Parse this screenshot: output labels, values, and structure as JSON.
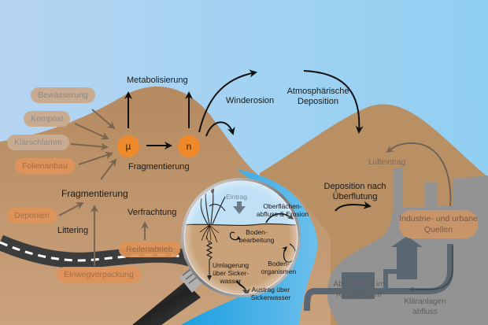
{
  "title": "Mikroplastik im Boden – Eintragspfade und Prozesse",
  "colors": {
    "sky_top": "#b4d4f0",
    "sky_right": "#92d0f2",
    "soil": "#b98f66",
    "soil_light": "#c8a17b",
    "water": "#45a8e0",
    "road": "#3d3d3d",
    "urban_grey": "#939393",
    "node_orange": "#ef8a2c",
    "pill_orange": "#e0945a",
    "pill_tan": "#c9ab92",
    "arrow_brown": "#7a6650",
    "arrow_black": "#111111"
  },
  "sources": {
    "bewaesserung": "Bewässerung",
    "kompost": "Kompost",
    "klaerschlamm": "Klärschlamm",
    "folienanbau": "Folienanbau",
    "deponien": "Deponien",
    "einwegverpackung": "Einwegverpackung",
    "reifenabrieb": "Reifenabrieb",
    "industrie": "Industrie- und urbane Quellen"
  },
  "nodes": {
    "micro": "µ",
    "nano": "n"
  },
  "processes": {
    "metabolisierung": "Metabolisierung",
    "fragmentierung_top": "Fragmentierung",
    "fragmentierung_left": "Fragmentierung",
    "littering": "Littering",
    "verfrachtung": "Verfrachtung",
    "winderosion": "Winderosion",
    "atmos_line1": "Atmosphärische",
    "atmos_line2": "Deposition",
    "ueberflutung_line1": "Deposition nach",
    "ueberflutung_line2": "Überflutung",
    "lufteintrag": "Lufteintrag",
    "abtrennung_line1": "Abtrennung im",
    "abtrennung_line2": "Klärschlamm",
    "klaeranlagen_line1": "Kläranlagen",
    "klaeranlagen_line2": "abfluss"
  },
  "magnifier": {
    "eintrag": "Eintrag",
    "oberflaechen_line1": "Oberflächen-",
    "oberflaechen_line2": "abfluss & Erosion",
    "boden_bearb_line1": "Boden-",
    "boden_bearb_line2": "bearbeitung",
    "boden_org_line1": "Boden-",
    "boden_org_line2": "organismen",
    "umlagerung_line1": "Umlagerung",
    "umlagerung_line2": "über Sicker-",
    "umlagerung_line3": "wasser",
    "austrag_line1": "Austrag über",
    "austrag_line2": "Sickerwasser"
  }
}
